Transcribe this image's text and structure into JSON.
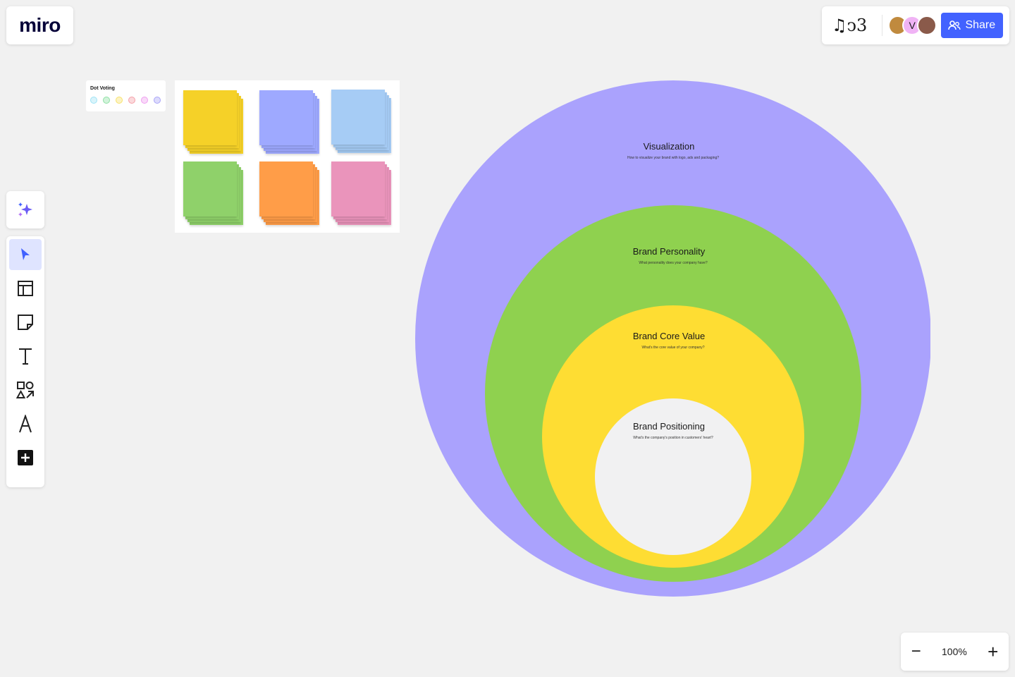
{
  "app": {
    "logo": "miro"
  },
  "topbar": {
    "signature": "♫ↄ3",
    "avatar_initial": "V",
    "share_label": "Share"
  },
  "toolbar": {
    "tools": [
      "ai-sparkle",
      "select",
      "templates",
      "sticky-note",
      "text",
      "shapes",
      "pen",
      "add"
    ]
  },
  "zoom": {
    "level": "100%"
  },
  "dot_voting": {
    "title": "Dot Voting",
    "colors": [
      "#9fe3f5",
      "#8fe0a4",
      "#f7e26b",
      "#f5a0a8",
      "#ef9ff0",
      "#a9a5f7"
    ]
  },
  "sticky_colors": [
    "#f5d128",
    "#9ea9ff",
    "#a6ccf5",
    "#8fd16a",
    "#ff9d48",
    "#ea94bb"
  ],
  "circles": [
    {
      "title": "Visualization",
      "subtitle": "How to visualize your brand with logo, ads and packaging?",
      "color": "#aaa2fd"
    },
    {
      "title": "Brand Personality",
      "subtitle": "What personality does your company have?",
      "color": "#8fd14f"
    },
    {
      "title": "Brand Core Value",
      "subtitle": "What's the core value of your company?",
      "color": "#fedd33"
    },
    {
      "title": "Brand Positioning",
      "subtitle": "What's the company's position in customers' heart?",
      "color": "#f1f1f2"
    }
  ]
}
